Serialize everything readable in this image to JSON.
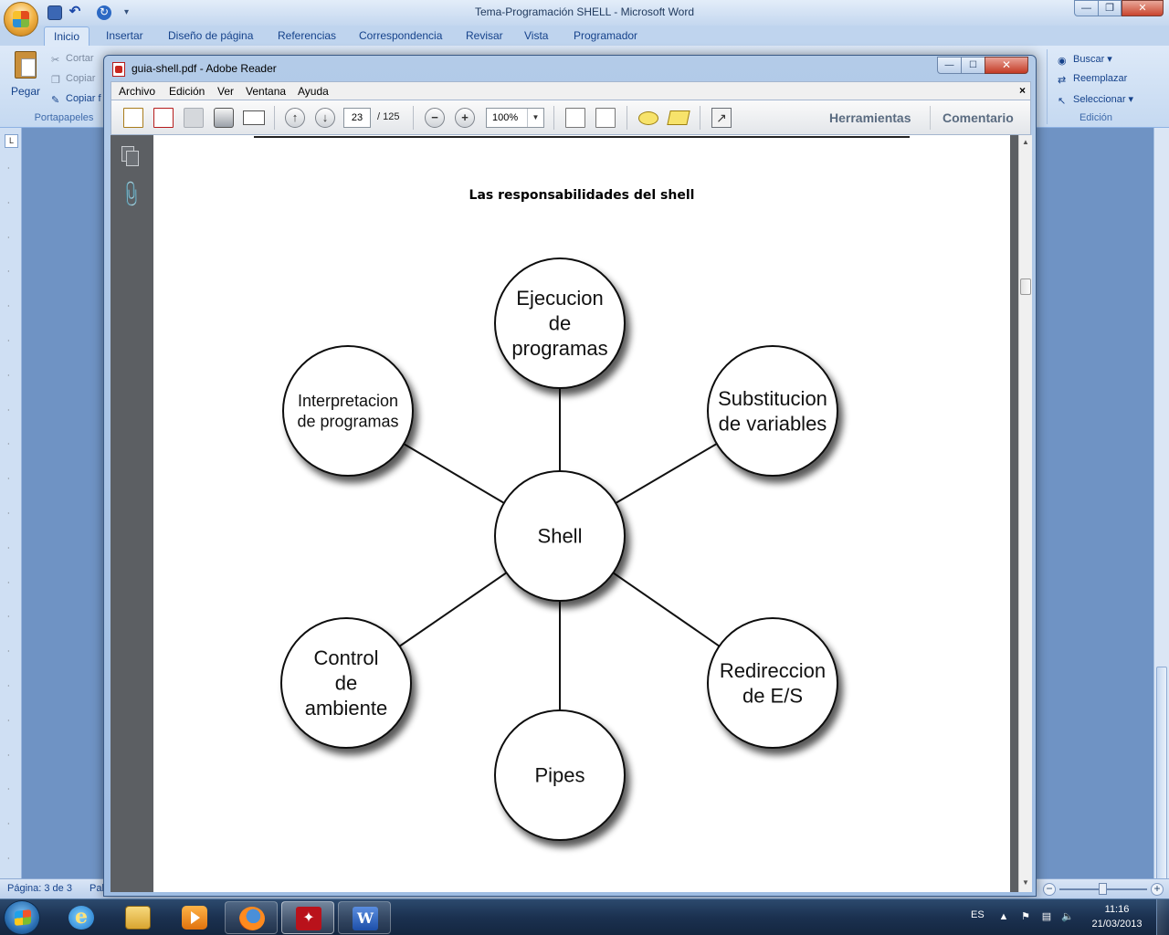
{
  "word": {
    "window_title": "Tema-Programación SHELL - Microsoft Word",
    "tabs": [
      "Inicio",
      "Insertar",
      "Diseño de página",
      "Referencias",
      "Correspondencia",
      "Revisar",
      "Vista",
      "Programador"
    ],
    "active_tab": "Inicio",
    "clipboard": {
      "paste_label": "Pegar",
      "cut_label": "Cortar",
      "copy_label": "Copiar",
      "format_painter_label": "Copiar f",
      "group_label": "Portapapeles"
    },
    "editing": {
      "find_label": "Buscar",
      "replace_label": "Reemplazar",
      "select_label": "Seleccionar",
      "group_label": "Edición"
    },
    "status": {
      "page": "Página: 3 de 3",
      "words": "Pal"
    }
  },
  "reader": {
    "window_title": "guia-shell.pdf - Adobe Reader",
    "menu": [
      "Archivo",
      "Edición",
      "Ver",
      "Ventana",
      "Ayuda"
    ],
    "toolbar": {
      "current_page": "23",
      "total_pages": "/ 125",
      "zoom": "100%",
      "tools_label": "Herramientas",
      "comment_label": "Comentario"
    }
  },
  "diagram": {
    "title": "Las responsabilidades del shell",
    "center": "Shell",
    "nodes": [
      {
        "lines": [
          "Ejecucion",
          "de",
          "programas"
        ]
      },
      {
        "lines": [
          "Substitucion",
          "de variables"
        ]
      },
      {
        "lines": [
          "Redireccion",
          "de E/S"
        ]
      },
      {
        "lines": [
          "Pipes"
        ]
      },
      {
        "lines": [
          "Control",
          "de",
          "ambiente"
        ]
      },
      {
        "lines": [
          "Interpretacion",
          "de programas"
        ]
      }
    ]
  },
  "taskbar": {
    "language": "ES",
    "time": "11:16",
    "date": "21/03/2013"
  },
  "icons": {
    "start": "windows-start-icon",
    "ie": "internet-explorer-icon",
    "explorer": "windows-explorer-icon",
    "media": "media-player-icon",
    "firefox": "firefox-icon",
    "acrobat": "adobe-reader-icon",
    "word": "word-icon"
  }
}
